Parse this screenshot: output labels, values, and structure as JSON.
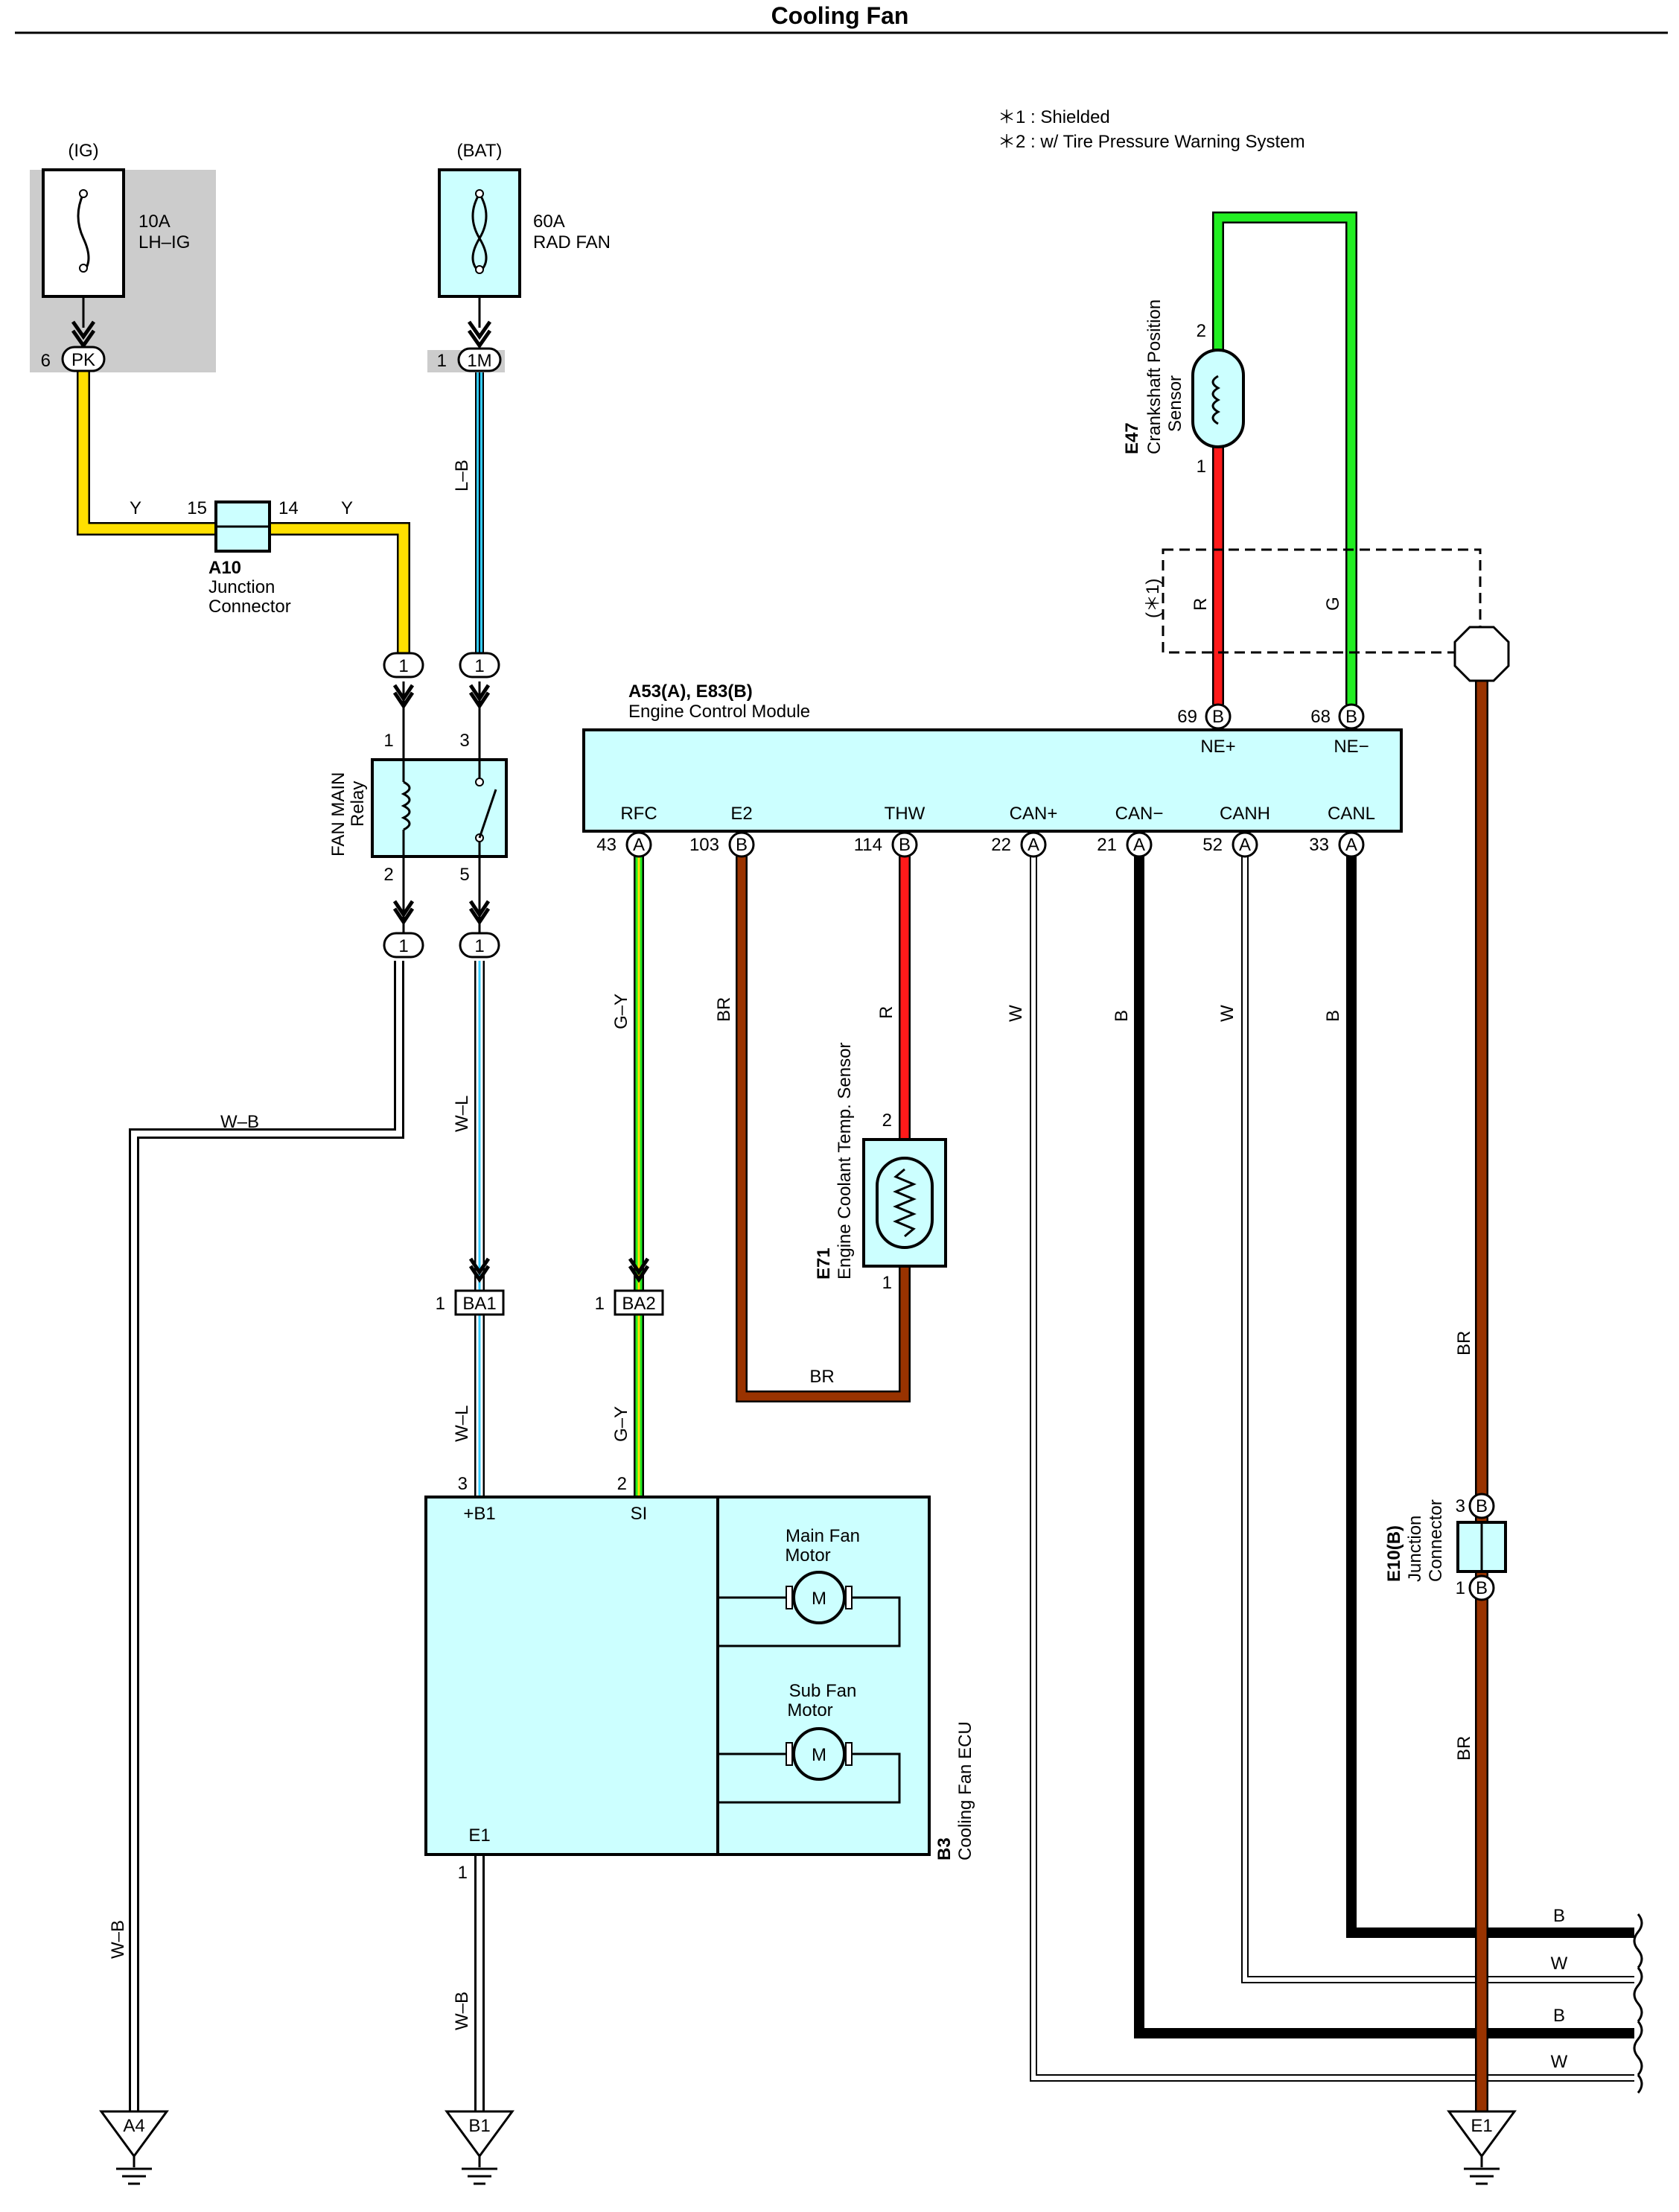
{
  "title": "Cooling Fan",
  "notes": [
    "＊1 : Shielded",
    "＊2 : w/ Tire Pressure Warning System"
  ],
  "colors": {
    "Y": "#ffe000",
    "L": "#33ccff",
    "G": "#22ee22",
    "R": "#ff1a1a",
    "BR": "#993300",
    "B": "#000000",
    "W": "#ffffff",
    "box": "#ccffff",
    "shade": "#cccccc"
  },
  "fuses": {
    "ig": {
      "source": "(IG)",
      "rating": "10A",
      "name": "LH–IG",
      "pin": "6",
      "connector": "PK"
    },
    "bat": {
      "source": "(BAT)",
      "rating": "60A",
      "name": "RAD FAN",
      "pin": "1",
      "connector": "1M"
    }
  },
  "a10": {
    "id": "A10",
    "name1": "Junction",
    "name2": "Connector",
    "pin_in": "15",
    "pin_out": "14"
  },
  "relay": {
    "name1": "FAN MAIN",
    "name2": "Relay",
    "pins": [
      "1",
      "3",
      "2",
      "5"
    ],
    "conn": "1"
  },
  "ecm": {
    "id": "A53(A), E83(B)",
    "name": "Engine Control Module",
    "top_pins": [
      {
        "label": "NE+",
        "num": "69",
        "conn": "B"
      },
      {
        "label": "NE−",
        "num": "68",
        "conn": "B"
      }
    ],
    "bottom_pins": [
      {
        "label": "RFC",
        "num": "43",
        "conn": "A"
      },
      {
        "label": "E2",
        "num": "103",
        "conn": "B"
      },
      {
        "label": "THW",
        "num": "114",
        "conn": "B"
      },
      {
        "label": "CAN+",
        "num": "22",
        "conn": "A"
      },
      {
        "label": "CAN−",
        "num": "21",
        "conn": "A"
      },
      {
        "label": "CANH",
        "num": "52",
        "conn": "A"
      },
      {
        "label": "CANL",
        "num": "33",
        "conn": "A"
      }
    ]
  },
  "e47": {
    "id": "E47",
    "name1": "Crankshaft Position",
    "name2": "Sensor",
    "pin2": "2",
    "pin1": "1"
  },
  "shield_label": "(＊1)",
  "e71": {
    "id": "E71",
    "name": "Engine Coolant Temp.  Sensor",
    "pin2": "2",
    "pin1": "1"
  },
  "ba1": {
    "num": "1",
    "label": "BA1"
  },
  "ba2": {
    "num": "1",
    "label": "BA2"
  },
  "b3": {
    "id": "B3",
    "name": "Cooling Fan ECU",
    "pin_b1": "+B1",
    "pin_b1_num": "3",
    "pin_si": "SI",
    "pin_si_num": "2",
    "pin_e1": "E1",
    "pin_e1_num": "1",
    "main_fan": [
      "Main Fan",
      "Motor"
    ],
    "sub_fan": [
      "Sub Fan",
      "Motor"
    ],
    "motor_symbol": "M"
  },
  "e10": {
    "id": "E10(B)",
    "name1": "Junction",
    "name2": "Connector",
    "pin3": "3",
    "pin1": "1",
    "conn": "B"
  },
  "grounds": {
    "a4": "A4",
    "b1": "B1",
    "e1": "E1"
  },
  "wire_labels": {
    "y1": "Y",
    "y2": "Y",
    "lb": "L–B",
    "wb_h": "W–B",
    "wb_v": "W–B",
    "wb_b1": "W–B",
    "wl1": "W–L",
    "wl2": "W–L",
    "gy1": "G–Y",
    "gy2": "G–Y",
    "br_e2": "BR",
    "br_bottom": "BR",
    "r_thw": "R",
    "w_canp": "W",
    "b_canm": "B",
    "w_canh": "W",
    "b_canl": "B",
    "r_ne": "R",
    "g_ne": "G",
    "br_shield1": "BR",
    "br_shield2": "BR",
    "bus_b1": "B",
    "bus_w1": "W",
    "bus_b2": "B",
    "bus_w2": "W"
  }
}
